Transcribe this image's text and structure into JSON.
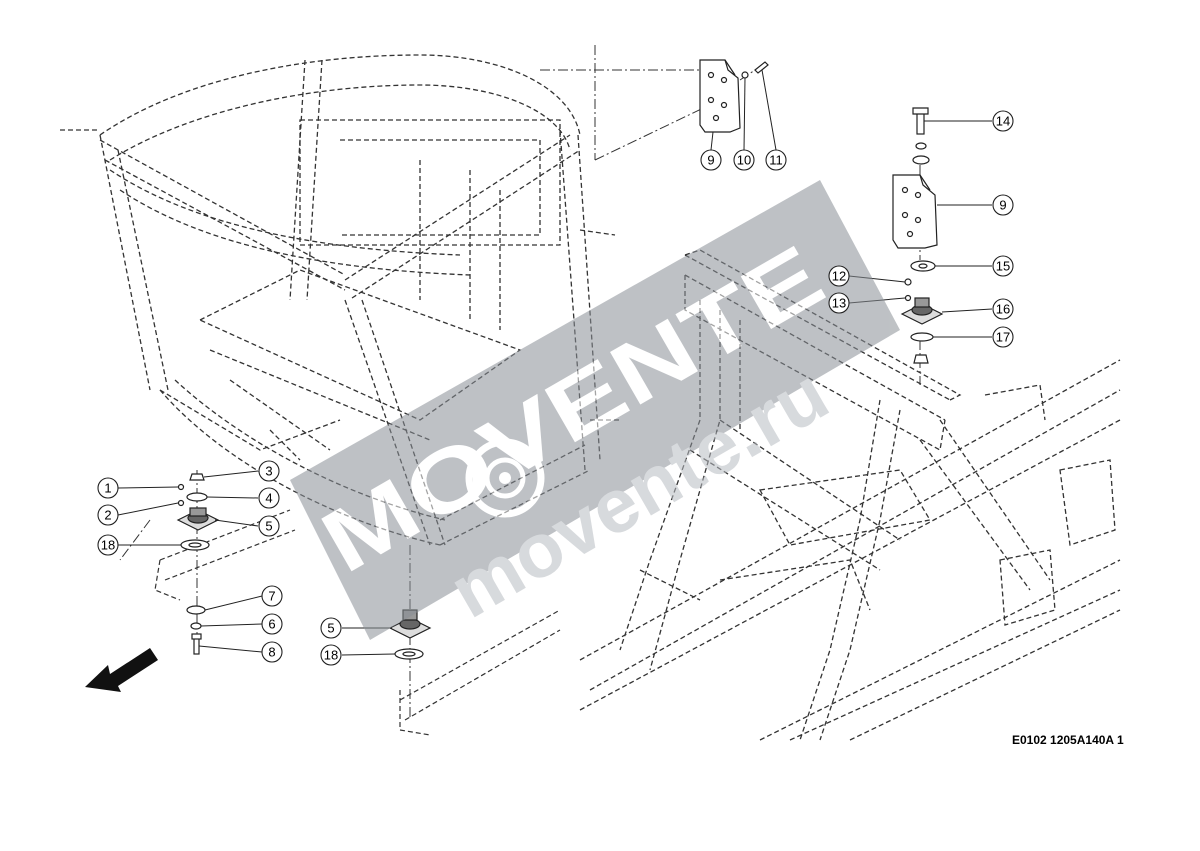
{
  "drawing_code": "E0102 1205A140A 1",
  "watermark": {
    "brand": "MOVENTE",
    "site": "movente.ru",
    "color": "#8a8f96"
  },
  "callouts": [
    {
      "id": "c1",
      "label": "1"
    },
    {
      "id": "c2",
      "label": "2"
    },
    {
      "id": "c3",
      "label": "3"
    },
    {
      "id": "c4",
      "label": "4"
    },
    {
      "id": "c5a",
      "label": "5"
    },
    {
      "id": "c18a",
      "label": "18"
    },
    {
      "id": "c7",
      "label": "7"
    },
    {
      "id": "c6",
      "label": "6"
    },
    {
      "id": "c8",
      "label": "8"
    },
    {
      "id": "c5b",
      "label": "5"
    },
    {
      "id": "c18b",
      "label": "18"
    },
    {
      "id": "c9a",
      "label": "9"
    },
    {
      "id": "c10",
      "label": "10"
    },
    {
      "id": "c11",
      "label": "11"
    },
    {
      "id": "c14",
      "label": "14"
    },
    {
      "id": "c9b",
      "label": "9"
    },
    {
      "id": "c15",
      "label": "15"
    },
    {
      "id": "c12",
      "label": "12"
    },
    {
      "id": "c13",
      "label": "13"
    },
    {
      "id": "c16",
      "label": "16"
    },
    {
      "id": "c17",
      "label": "17"
    }
  ]
}
